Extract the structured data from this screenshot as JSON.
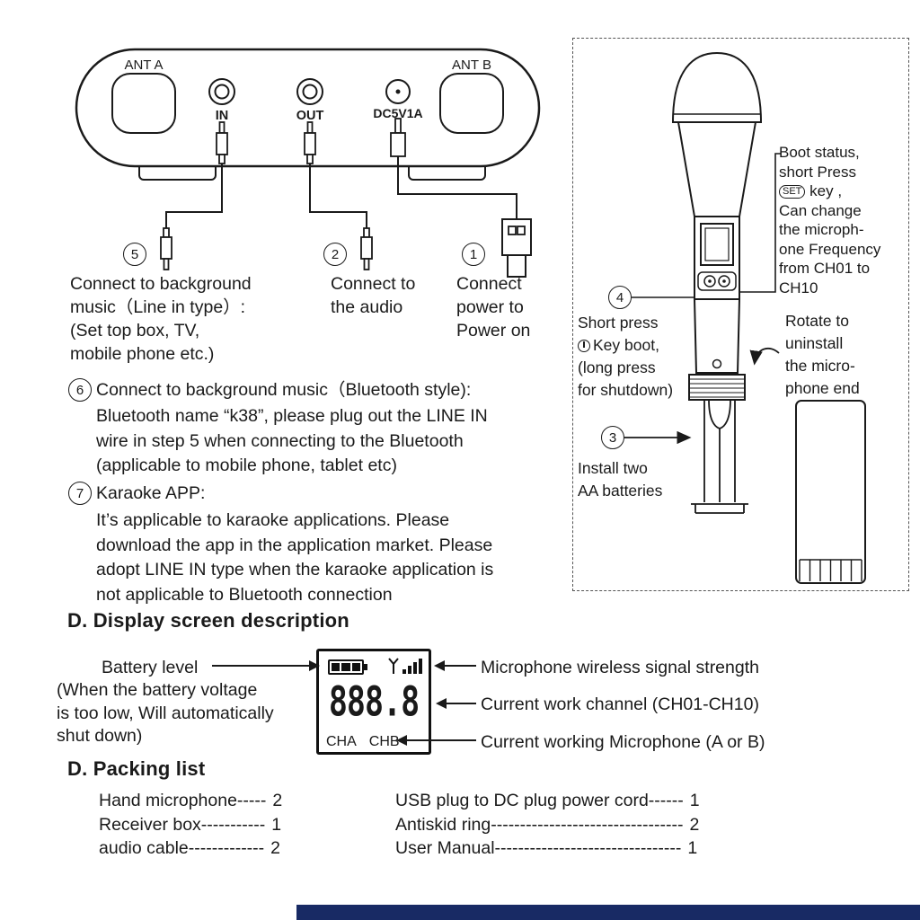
{
  "colors": {
    "ink": "#1a1a1a",
    "accent_bar": "#182a64"
  },
  "receiver": {
    "ant_a": "ANT A",
    "ant_b": "ANT B",
    "port_in": "IN",
    "port_out": "OUT",
    "port_dc": "DC5V1A",
    "step5": {
      "num": "5",
      "text": "Connect to background\nmusic（Line in type）:\n(Set top box, TV,\nmobile phone etc.)"
    },
    "step2": {
      "num": "2",
      "text": "Connect to\nthe audio"
    },
    "step1": {
      "num": "1",
      "text": "Connect\npower to\nPower on"
    }
  },
  "notes": {
    "step6": {
      "num": "6",
      "title": "Connect to background music（Bluetooth style):",
      "body": "Bluetooth name “k38”, please plug out the LINE IN\nwire in step 5 when connecting to the Bluetooth\n(applicable to mobile phone, tablet etc)"
    },
    "step7": {
      "num": "7",
      "title": "Karaoke APP:",
      "body": "It’s applicable to karaoke applications. Please\ndownload the app in the application market. Please\nadopt LINE IN type when the karaoke application is\nnot applicable to Bluetooth connection"
    }
  },
  "mic_panel": {
    "boot": {
      "l1": "Boot status,\nshort Press",
      "set_key": "SET",
      "l2": "key ,",
      "l3": "Can change\nthe microph-\none Frequency\nfrom CH01 to\nCH10"
    },
    "step4": {
      "num": "4",
      "l1": "Short press",
      "l2": "Key boot,",
      "l3": "(long press\nfor shutdown)"
    },
    "rotate": "Rotate to\nuninstall\nthe micro-\nphone end",
    "step3": {
      "num": "3",
      "text": "Install two\n AA batteries"
    }
  },
  "display_section": {
    "heading": "D. Display screen description",
    "battery_label": "Battery level",
    "battery_note": "(When the battery voltage\nis too low, Will automatically\nshut down)",
    "lcd": {
      "digits": "888.8",
      "ch_a": "CHA",
      "ch_b": "CHB"
    },
    "labels": {
      "signal": "Microphone wireless signal strength",
      "channel": "Current work channel (CH01-CH10)",
      "working_mic": "Current working Microphone (A or B)"
    }
  },
  "packing": {
    "heading": "D. Packing list",
    "left": [
      {
        "name": "Hand microphone-----",
        "qty": "2"
      },
      {
        "name": "Receiver box-----------",
        "qty": "1"
      },
      {
        "name": "audio cable-------------",
        "qty": "2"
      }
    ],
    "right": [
      {
        "name": "USB plug to DC plug power cord------",
        "qty": "1"
      },
      {
        "name": "Antiskid ring---------------------------------",
        "qty": "2"
      },
      {
        "name": "User Manual--------------------------------",
        "qty": "1"
      }
    ]
  }
}
